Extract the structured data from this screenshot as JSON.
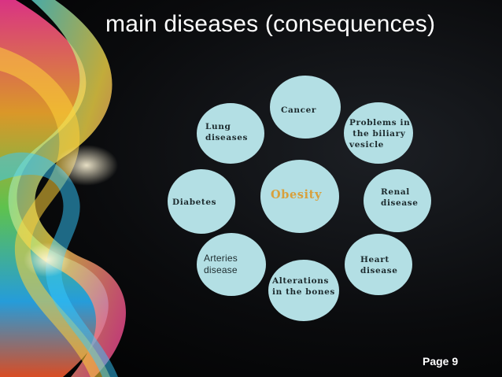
{
  "title": "main diseases (consequences)",
  "diagram": {
    "center": "Obesity",
    "nodes": [
      {
        "label": "Cancer"
      },
      {
        "label": "Problems in\n the biliary\nvesicle"
      },
      {
        "label": "Renal\ndisease"
      },
      {
        "label": "Heart\ndisease"
      },
      {
        "label": "Alterations\nin the bones"
      },
      {
        "label": "Arteries\ndisease"
      },
      {
        "label": "Diabetes"
      },
      {
        "label": "Lung\ndiseases"
      }
    ]
  },
  "footer": {
    "page": "Page 9"
  },
  "colors": {
    "node_fill": "#b3dfe4",
    "center_text": "#d8a03c",
    "background": "#000000",
    "title_text": "#ffffff"
  }
}
